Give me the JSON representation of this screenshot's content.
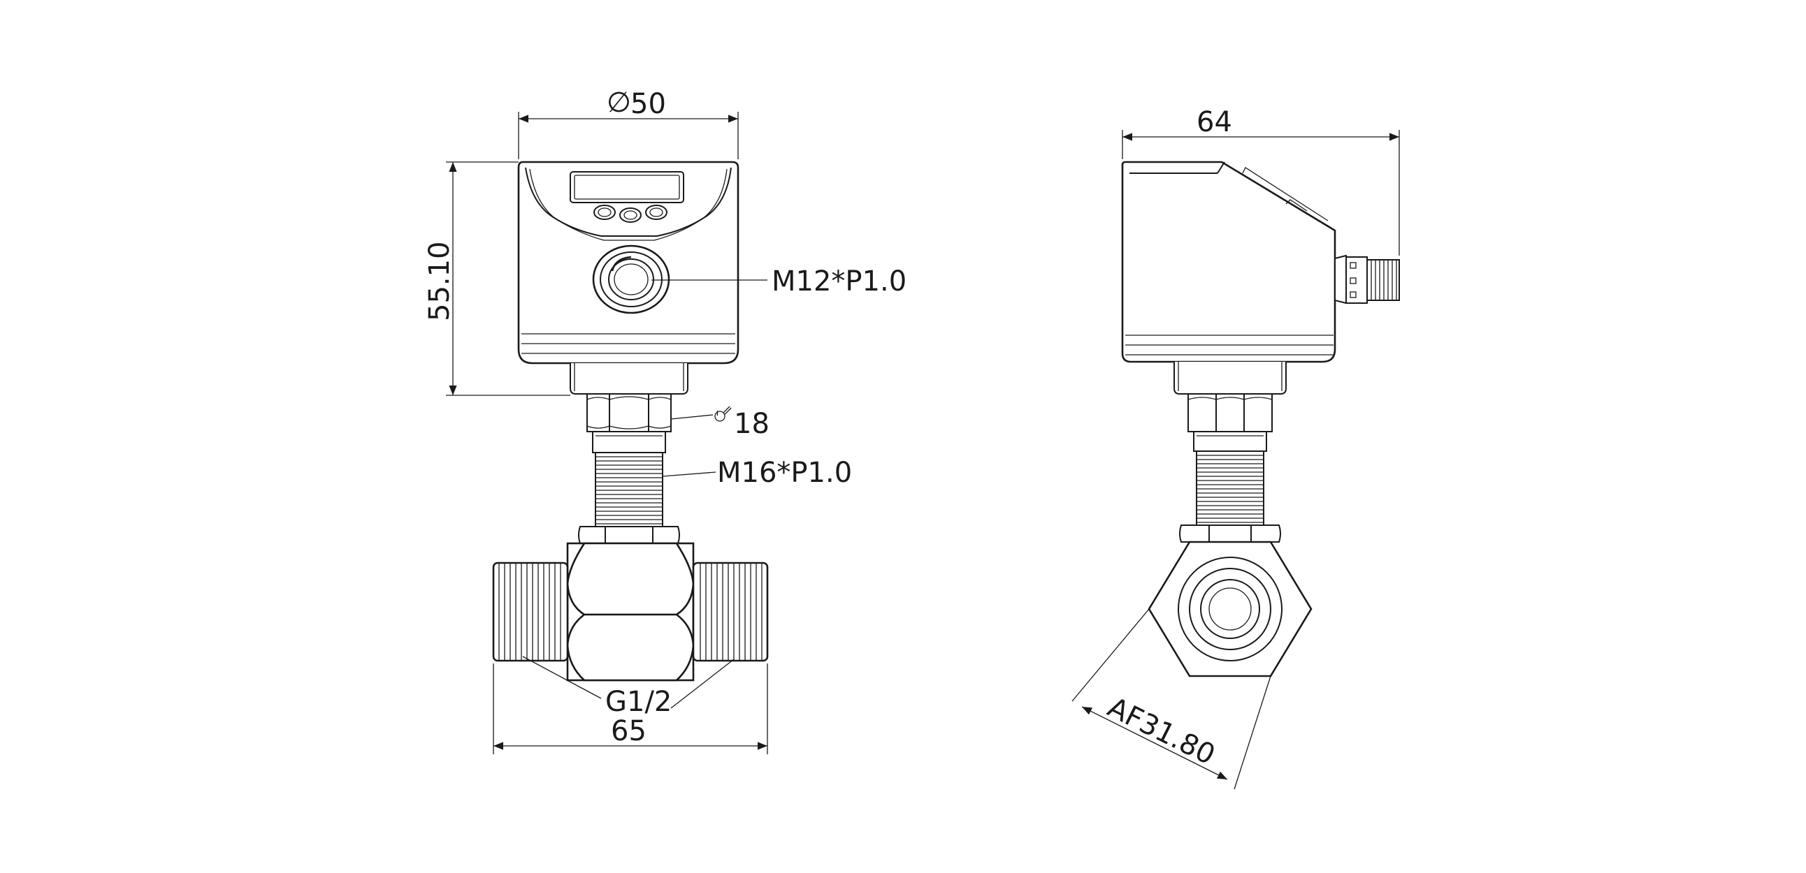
{
  "front_view": {
    "diameter_symbol": "∅",
    "diameter_value": "50",
    "height": "55.10",
    "connector_thread": "M12*P1.0",
    "wrench_size": "18",
    "stem_thread": "M16*P1.0",
    "pipe_thread": "G1/2",
    "overall_length": "65"
  },
  "side_view": {
    "depth": "64",
    "across_flats": "AF31.80"
  },
  "colors": {
    "line": "#1a1a1a",
    "background": "#ffffff"
  }
}
